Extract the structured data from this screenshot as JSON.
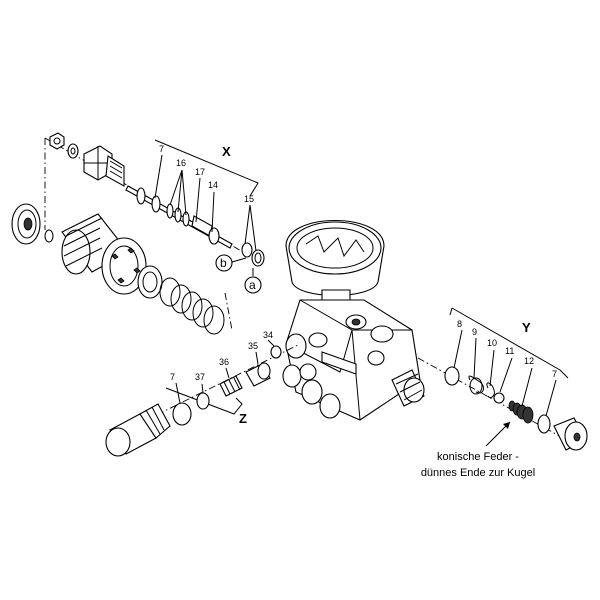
{
  "groups": {
    "x": "X",
    "y": "Y",
    "z": "Z"
  },
  "labels": {
    "n7": "7",
    "n8": "8",
    "n9": "9",
    "n10": "10",
    "n11": "11",
    "n12": "12",
    "n14": "14",
    "n15": "15",
    "n16": "16",
    "n17": "17",
    "n34": "34",
    "n35": "35",
    "n36": "36",
    "n37": "37",
    "a": "a",
    "b": "b"
  },
  "note": {
    "line1": "konische Feder -",
    "line2": "dünnes Ende zur Kugel"
  }
}
